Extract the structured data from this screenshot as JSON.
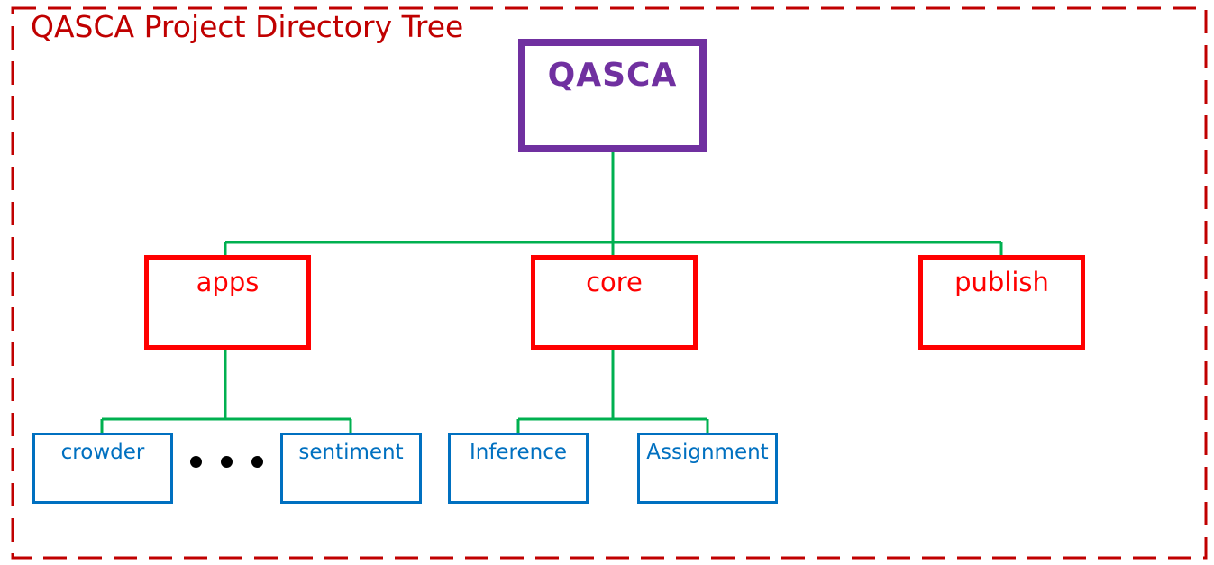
{
  "title": "QASCA Project Directory Tree",
  "colors": {
    "frame": "#c00000",
    "title": "#c00000",
    "root": "#7030a0",
    "level1": "#ff0000",
    "level2": "#0070c0",
    "connector": "#00b050",
    "ellipsis": "#000000"
  },
  "root": {
    "label": "QASCA"
  },
  "level1": [
    {
      "label": "apps"
    },
    {
      "label": "core"
    },
    {
      "label": "publish"
    }
  ],
  "level2": {
    "apps": [
      {
        "label": "crowder"
      },
      {
        "label": "sentiment"
      }
    ],
    "core": [
      {
        "label": "Inference"
      },
      {
        "label": "Assignment"
      }
    ]
  }
}
